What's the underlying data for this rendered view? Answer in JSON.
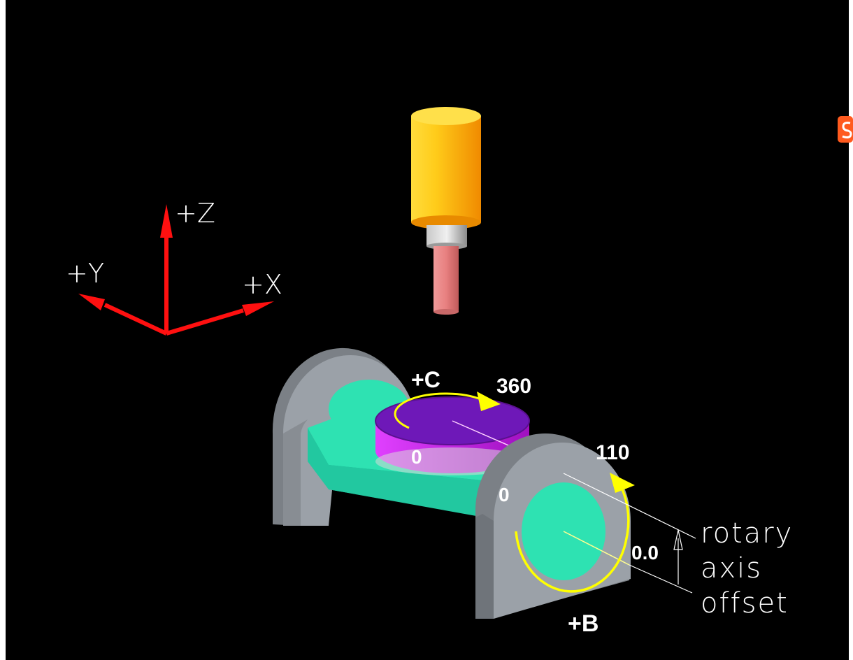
{
  "axes": {
    "z_label": "+Z",
    "y_label": "+Y",
    "x_label": "+X"
  },
  "rotary_c": {
    "label": "+C",
    "max_value": "360",
    "zero_value": "0"
  },
  "rotary_b": {
    "label": "+B",
    "max_value": "110",
    "zero_value": "0"
  },
  "offset": {
    "value": "0.0",
    "caption_line1": "rotary",
    "caption_line2": "axis",
    "caption_line3": "offset"
  },
  "colors": {
    "background": "#000000",
    "axis_arrows": "#ff1010",
    "spindle_body": "#ffb000",
    "tool": "#e87878",
    "support": "#9ba1a8",
    "table_green": "#2ee2b2",
    "rotary_table": "#c020e0",
    "rotation_arrows": "#ffff00",
    "edge_icon": "#ff5a1e"
  }
}
